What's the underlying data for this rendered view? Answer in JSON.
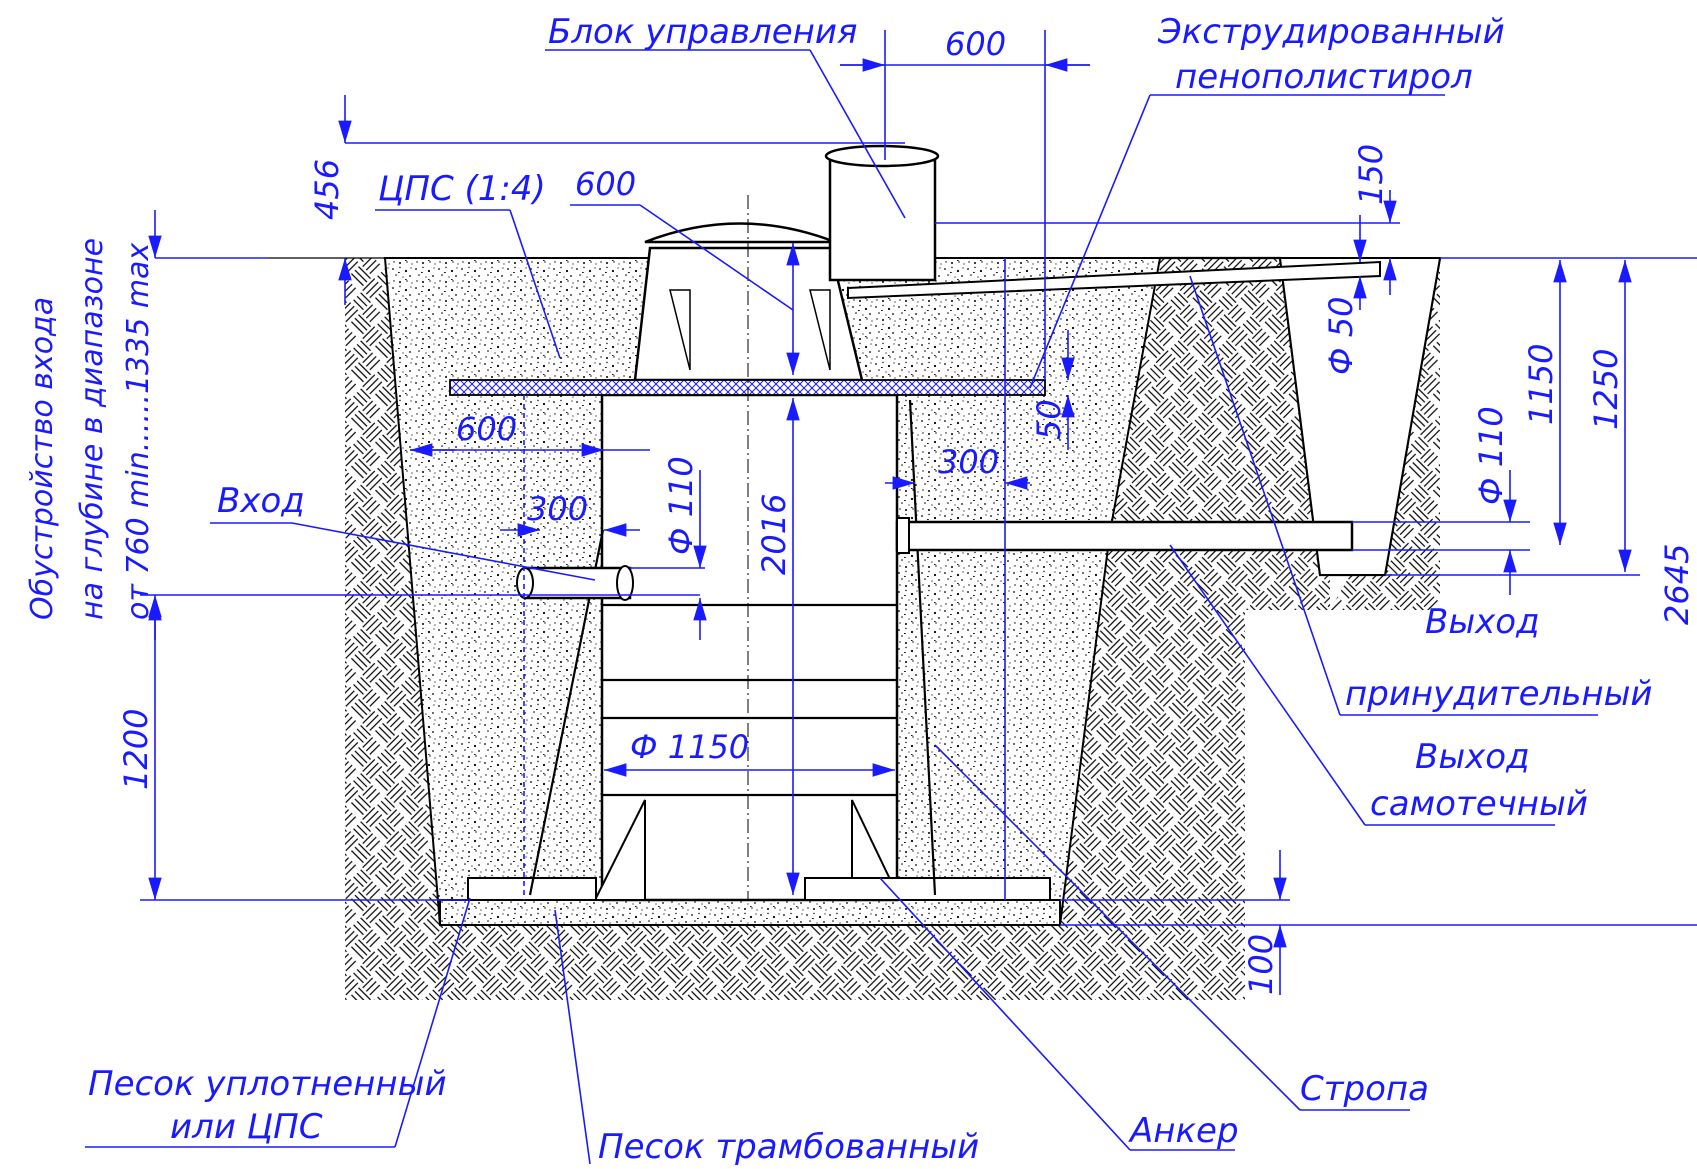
{
  "labels": {
    "control_block": "Блок управления",
    "foam_line1": "Экструдированный",
    "foam_line2": "пенополистирол",
    "cps": "ЦПС (1:4)",
    "inlet": "Вход",
    "outlet_forced_line1": "Выход",
    "outlet_forced_line2": "принудительный",
    "outlet_gravity_line1": "Выход",
    "outlet_gravity_line2": "самотечный",
    "sand_compacted_line1": "Песок уплотненный",
    "sand_compacted_line2": "или  ЦПС",
    "sand_rammed": "Песок трамбованный",
    "anchor": "Анкер",
    "sling": "Стропа",
    "inlet_depth_line1": "Обустройство входа",
    "inlet_depth_line2": "на глубине в диапазоне",
    "inlet_depth_line3": "от 760 min......1335 max"
  },
  "dimensions": {
    "d600_top": "600",
    "d600_lid": "600",
    "d456": "456",
    "d150": "150",
    "d50_pipe": "Ф 50",
    "d600_left": "600",
    "d300_left": "300",
    "d300_right": "300",
    "d50_foam": "50",
    "d110_in": "Ф 110",
    "d110_out": "Ф 110",
    "d2016": "2016",
    "d1150_h": "1150",
    "d1250": "1250",
    "d2645": "2645",
    "d1150_diam": "Ф 1150",
    "d1200": "1200",
    "d100": "100"
  },
  "colors": {
    "annotation": "#1a1aff",
    "outline": "#000000"
  }
}
